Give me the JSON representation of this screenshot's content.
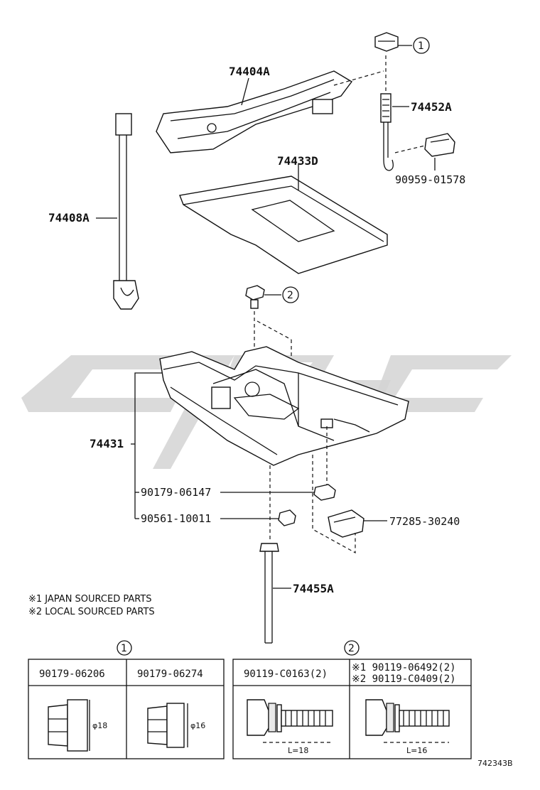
{
  "parts": {
    "p74404A": "74404A",
    "p74452A": "74452A",
    "p90959": "90959-01578",
    "p74433D": "74433D",
    "p74408A": "74408A",
    "p74431": "74431",
    "p90179_06147": "90179-06147",
    "p90561": "90561-10011",
    "p77285": "77285-30240",
    "p74455A": "74455A"
  },
  "callouts": {
    "c1": "1",
    "c2": "2"
  },
  "notes": {
    "n1": "※1 JAPAN SOURCED PARTS",
    "n2": "※2 LOCAL SOURCED PARTS"
  },
  "table": {
    "group1_label": "1",
    "group2_label": "2",
    "h1": "90179-06206",
    "h2": "90179-06274",
    "h3": "90119-C0163(2)",
    "h4a": "※1 90119-06492(2)",
    "h4b": "※2 90119-C0409(2)",
    "d1": "φ18",
    "d2": "φ16",
    "l1": "L=18",
    "l2": "L=16"
  },
  "figure_id": "742343B"
}
